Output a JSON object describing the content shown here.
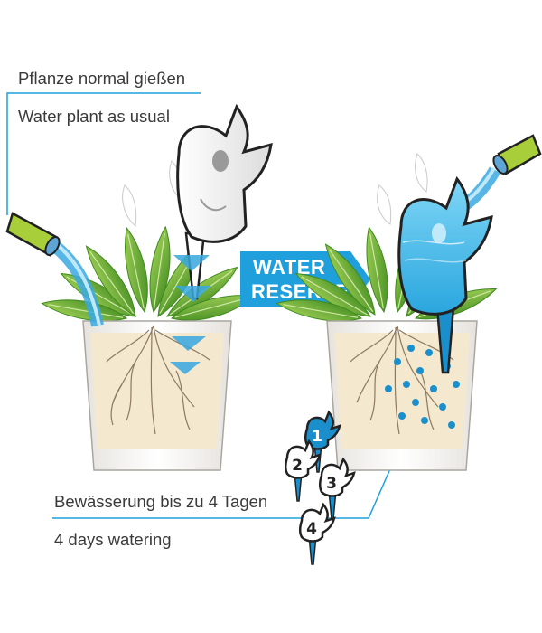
{
  "labels": {
    "de_water_normally": "Pflanze normal gießen",
    "en_water_normally": "Water plant as usual",
    "de_watering_days": "Bewässerung bis zu 4 Tagen",
    "en_watering_days": "4 days watering"
  },
  "banner": {
    "line1": "WATER",
    "line2": "RESERVE"
  },
  "day_markers": [
    "1",
    "2",
    "3",
    "4"
  ],
  "colors": {
    "accent": "#1fa0dc",
    "water": "#5ec8f0",
    "water_dark": "#1a8fcb",
    "soil": "#f4e8cf",
    "roots": "#8c7a63",
    "leaf": "#6fb33a",
    "leaf_dark": "#3f8a1f",
    "hose": "#a8cf3a",
    "outline": "#222222",
    "pot_edge": "#b9b6b0"
  },
  "icons": [
    "watering-spike-icon",
    "garden-hose-icon",
    "plant-icon",
    "pot-icon",
    "arrow-right-icon"
  ]
}
